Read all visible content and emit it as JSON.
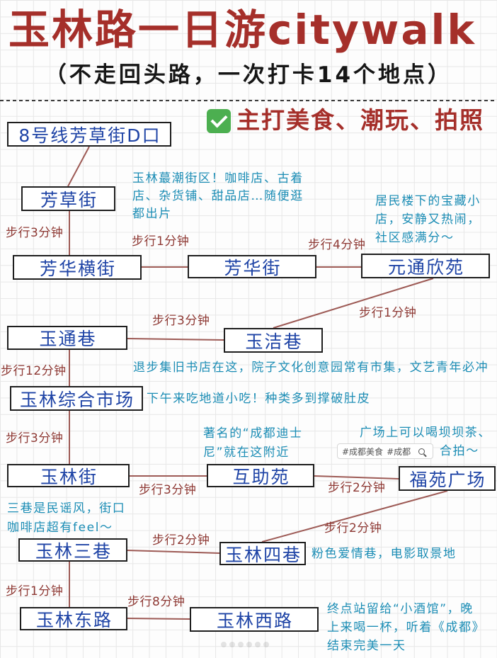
{
  "header": {
    "title": "玉林路一日游citywalk",
    "subtitle": "（不走回头路，一次打卡14个地点）"
  },
  "tagline": {
    "icon": "check-mark-icon",
    "text": "主打美食、潮玩、拍照"
  },
  "stops": [
    "8号线芳草街D口",
    "芳草街",
    "芳华横街",
    "芳华街",
    "元通欣苑",
    "玉通巷",
    "玉洁巷",
    "玉林综合市场",
    "玉林街",
    "互助苑",
    "福苑广场",
    "玉林三巷",
    "玉林四巷",
    "玉林东路",
    "玉林西路"
  ],
  "walks": [
    "步行3分钟",
    "步行1分钟",
    "步行4分钟",
    "步行1分钟",
    "步行3分钟",
    "步行12分钟",
    "步行3分钟",
    "步行3分钟",
    "步行2分钟",
    "步行2分钟",
    "步行2分钟",
    "步行1分钟",
    "步行8分钟"
  ],
  "notes": [
    [
      "玉林蕞潮街区！咖啡店、古着",
      "店、杂货铺、甜品店…随便逛",
      "都出片"
    ],
    [
      "居民楼下的宝藏小",
      "店，安静又热闹，",
      "社区感满分～"
    ],
    [
      "退步集旧书店在这，院子文化创意园常有市集，文艺青年必冲"
    ],
    [
      "下午来吃地道小吃！种类多到撑破肚皮"
    ],
    [
      "著名的“成都迪士",
      "尼”就在这附近"
    ],
    [
      "广场上可以喝坝坝茶、",
      "合拍～"
    ],
    [
      "三巷是民谣风，街口",
      "咖啡店超有feel～"
    ],
    [
      "粉色爱情巷，电影取景地"
    ],
    [
      "终点站留给“小酒馆”，晚",
      "上来喝一杯，听着《成都》",
      "结束完美一天"
    ]
  ],
  "search_chip": {
    "tags": [
      "#成都美食",
      "#成都"
    ],
    "icon": "search-icon"
  },
  "page_indicator": {
    "count": 6
  },
  "colors": {
    "title": "#a52f2a",
    "stop_text": "#1f44a6",
    "note_text": "#1c8db5",
    "walk_text": "#8e3934",
    "route_line": "#9d5a55",
    "check_icon": "#4caf50"
  }
}
